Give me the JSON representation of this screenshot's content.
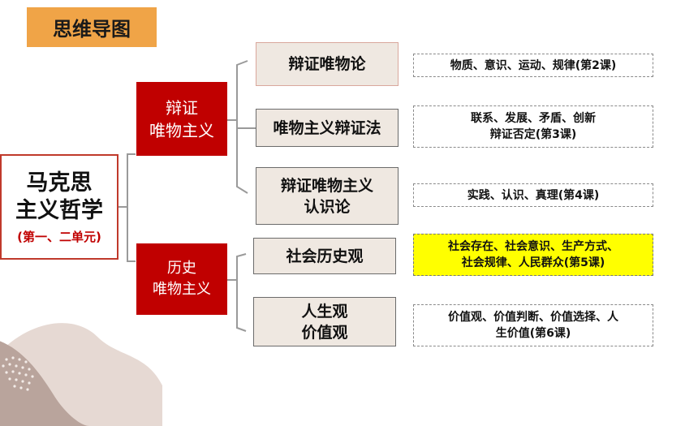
{
  "title": "思维导图",
  "root": {
    "line1": "马克思",
    "line2": "主义哲学",
    "sub": "(第一、二单元)"
  },
  "branches": [
    {
      "line1": "辩证",
      "line2": "唯物主义"
    },
    {
      "line1": "历史",
      "line2": "唯物主义"
    }
  ],
  "topics": [
    {
      "lines": [
        "辩证唯物论"
      ]
    },
    {
      "lines": [
        "唯物主义辩证法"
      ]
    },
    {
      "lines": [
        "辩证唯物主义",
        "认识论"
      ]
    },
    {
      "lines": [
        "社会历史观"
      ]
    },
    {
      "lines": [
        "人生观",
        "价值观"
      ]
    }
  ],
  "notes": [
    {
      "lines": [
        "物质、意识、运动、规律(第2课)"
      ]
    },
    {
      "lines": [
        "联系、发展、矛盾、创新",
        "辩证否定(第3课)"
      ]
    },
    {
      "lines": [
        "实践、认识、真理(第4课)"
      ]
    },
    {
      "lines": [
        "社会存在、社会意识、生产方式、",
        "社会规律、人民群众(第5课)"
      ]
    },
    {
      "lines": [
        "价值观、价值判断、价值选择、人",
        "生价值(第6课)"
      ]
    }
  ],
  "colors": {
    "accent_orange": "#f0a447",
    "branch_red": "#c00000",
    "highlight_yellow": "#ffff00",
    "topic_fill": "#efe8e1"
  }
}
